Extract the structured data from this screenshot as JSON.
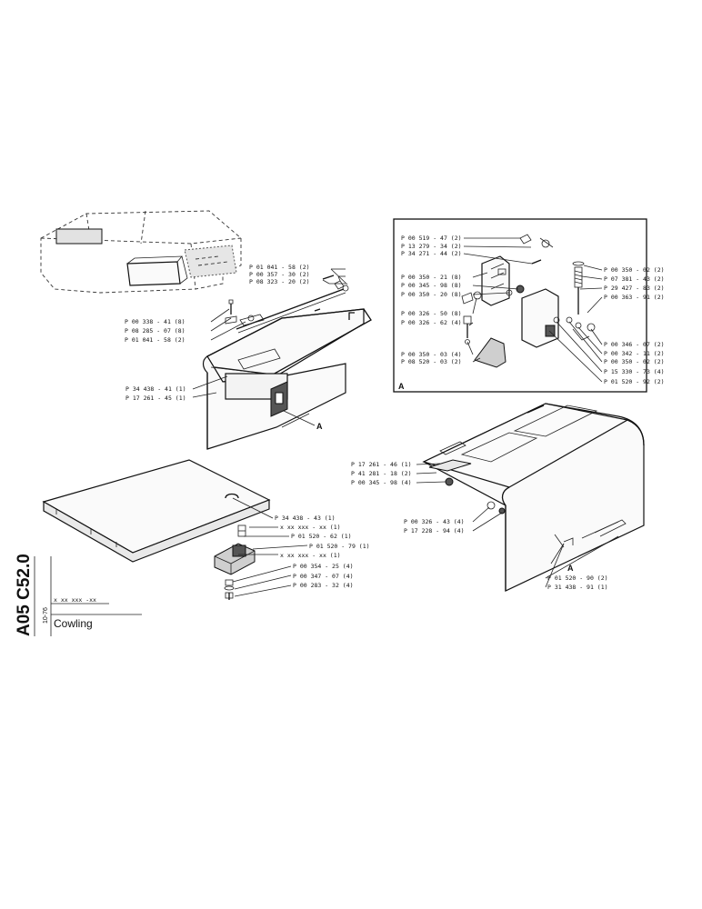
{
  "sheet": {
    "code": "A05 C52.0",
    "date": "10-76",
    "ref_placeholder": "x xx xxx -xx",
    "title": "Cowling"
  },
  "callouts": {
    "a_main": "A",
    "a_detail": "A",
    "a_right": "A"
  },
  "top_cover_labels": [
    "P 01 041 - 58 (2)",
    "P 00 357 - 30 (2)",
    "P 08 323 - 20 (2)"
  ],
  "left_cover_labels": [
    "P 00 338 - 41 (8)",
    "P 08 285 - 07 (8)",
    "P 01 041 - 58 (2)"
  ],
  "main_panel_labels": [
    "P 34 438 - 41 (1)",
    "P 17 261 - 45 (1)"
  ],
  "detail_left_labels": [
    "P 00 519 - 47 (2)",
    "P 13 279 - 34 (2)",
    "P 34 271 - 44 (2)",
    "P 00 350 - 21 (8)",
    "P 00 345 - 98 (8)",
    "P 00 350 - 20 (8)",
    "P 00 326 - 50 (8)",
    "P 00 326 - 62 (4)",
    "P 00 350 - 03 (4)",
    "P 08 520 - 03 (2)"
  ],
  "detail_right_labels": [
    "P 00 350 - 02 (2)",
    "P 07 381 - 43 (2)",
    "P 29 427 - 83 (2)",
    "P 00 363 - 91 (2)",
    "P 00 346 - 07 (2)",
    "P 00 342 - 11 (2)",
    "P 00 350 - 02 (2)",
    "P 15 330 - 73 (4)",
    "P 01 520 - 92 (2)"
  ],
  "right_cover_labels_top": [
    "P 17 261 - 46 (1)",
    "P 41 281 - 18 (2)",
    "P 00 345 - 98 (4)"
  ],
  "right_cover_labels_mid": [
    "P 00 326 - 43 (4)",
    "P 17 228 - 94 (4)"
  ],
  "right_cover_labels_bottom": [
    "P 01 520 - 90 (2)",
    "P 31 438 - 91 (1)"
  ],
  "plate_labels": [
    "P 34 438 - 43 (1)",
    "x xx xxx - xx (1)",
    "P 01 520 - 62 (1)",
    "P 01 520 - 79 (1)",
    "x xx xxx - xx (1)",
    "P 00 354 - 25 (4)",
    "P 00 347 - 07 (4)",
    "P 00 283 - 32 (4)"
  ]
}
